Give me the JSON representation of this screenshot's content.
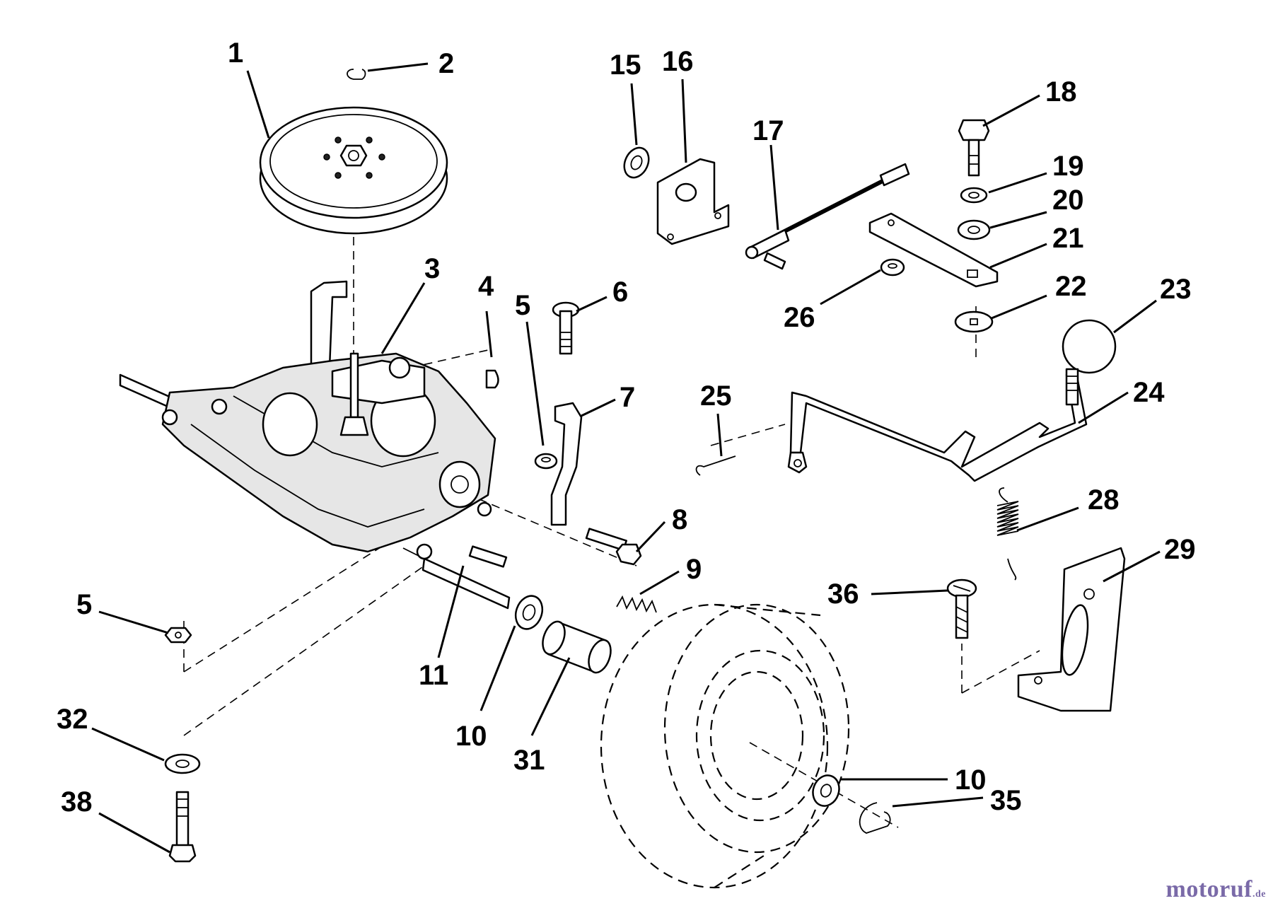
{
  "diagram": {
    "callouts": {
      "c1": "1",
      "c2": "2",
      "c3": "3",
      "c4": "4",
      "c5a": "5",
      "c5b": "5",
      "c6": "6",
      "c7": "7",
      "c8": "8",
      "c9": "9",
      "c10a": "10",
      "c10b": "10",
      "c11": "11",
      "c15": "15",
      "c16": "16",
      "c17": "17",
      "c18": "18",
      "c19": "19",
      "c20": "20",
      "c21": "21",
      "c22": "22",
      "c23": "23",
      "c24": "24",
      "c25": "25",
      "c26": "26",
      "c28": "28",
      "c29": "29",
      "c31": "31",
      "c32": "32",
      "c35": "35",
      "c36": "36",
      "c38": "38"
    }
  },
  "watermark": {
    "text": "motoruf",
    "suffix": ".de"
  }
}
